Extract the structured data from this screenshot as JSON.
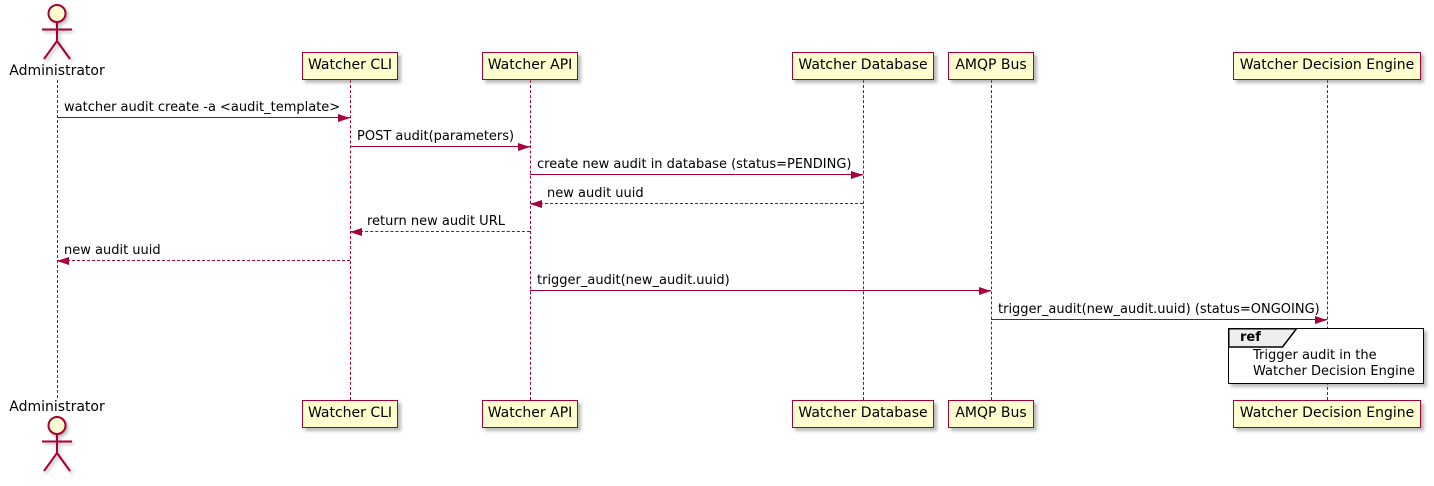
{
  "diagram": {
    "type": "sequence-diagram",
    "participants": [
      {
        "name": "Administrator",
        "kind": "actor"
      },
      {
        "name": "Watcher CLI",
        "kind": "participant"
      },
      {
        "name": "Watcher API",
        "kind": "participant"
      },
      {
        "name": "Watcher Database",
        "kind": "participant"
      },
      {
        "name": "AMQP Bus",
        "kind": "participant"
      },
      {
        "name": "Watcher Decision Engine",
        "kind": "participant"
      }
    ],
    "messages": [
      {
        "from": "Administrator",
        "to": "Watcher CLI",
        "label": "watcher audit create -a <audit_template>",
        "style": "solid"
      },
      {
        "from": "Watcher CLI",
        "to": "Watcher API",
        "label": "POST audit(parameters)",
        "style": "solid"
      },
      {
        "from": "Watcher API",
        "to": "Watcher Database",
        "label": "create new audit in database (status=PENDING)",
        "style": "solid"
      },
      {
        "from": "Watcher Database",
        "to": "Watcher API",
        "label": "new audit uuid",
        "style": "dashed"
      },
      {
        "from": "Watcher API",
        "to": "Watcher CLI",
        "label": "return new audit URL",
        "style": "dashed"
      },
      {
        "from": "Watcher CLI",
        "to": "Administrator",
        "label": "new audit uuid",
        "style": "dashed"
      },
      {
        "from": "Watcher API",
        "to": "AMQP Bus",
        "label": "trigger_audit(new_audit.uuid)",
        "style": "solid"
      },
      {
        "from": "AMQP Bus",
        "to": "Watcher Decision Engine",
        "label": "trigger_audit(new_audit.uuid) (status=ONGOING)",
        "style": "solid"
      }
    ],
    "ref": {
      "keyword": "ref",
      "line1": "Trigger audit in the",
      "line2": "Watcher Decision Engine"
    },
    "colors": {
      "participant_fill": "#FEFECE",
      "line_color": "#A80036",
      "text_color": "#000000",
      "ref_tab_fill": "#EEEEEE",
      "ref_border": "#000000",
      "background": "#FFFFFF"
    }
  }
}
